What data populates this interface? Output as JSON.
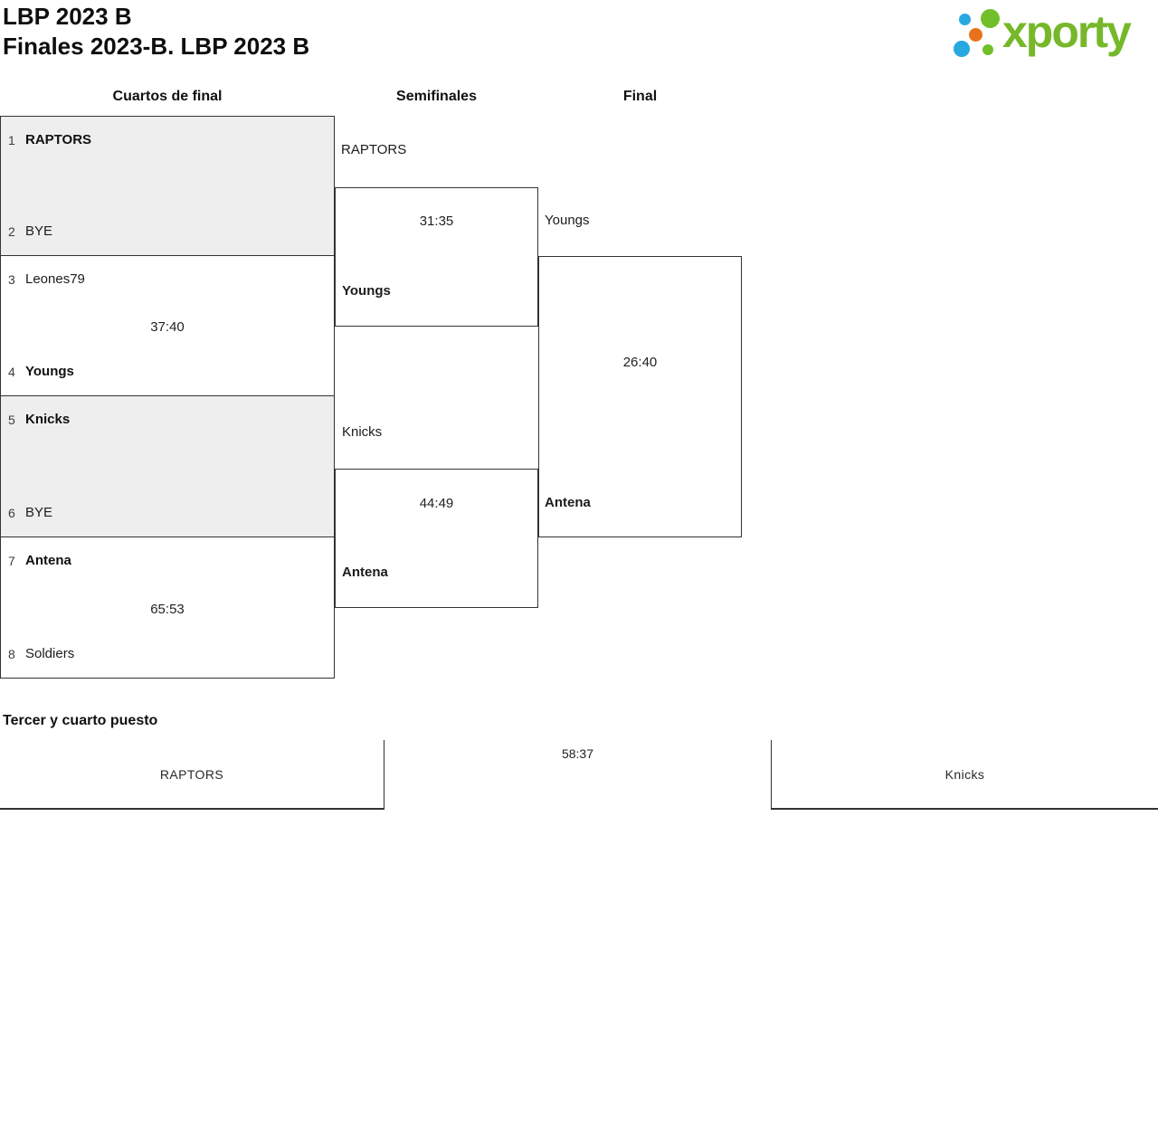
{
  "header": {
    "title": "LBP 2023 B",
    "subtitle": "Finales 2023-B. LBP 2023 B"
  },
  "logo": {
    "brand": "xporty"
  },
  "round_labels": {
    "quarterfinals": "Cuartos de final",
    "semifinals": "Semifinales",
    "final": "Final"
  },
  "bracket": {
    "quarterfinals": [
      {
        "seed_top": "1",
        "team_top": "RAPTORS",
        "seed_bottom": "2",
        "team_bottom": "BYE",
        "score": "",
        "winner": "top"
      },
      {
        "seed_top": "3",
        "team_top": "Leones79",
        "seed_bottom": "4",
        "team_bottom": "Youngs",
        "score": "37:40",
        "winner": "bottom"
      },
      {
        "seed_top": "5",
        "team_top": "Knicks",
        "seed_bottom": "6",
        "team_bottom": "BYE",
        "score": "",
        "winner": "top"
      },
      {
        "seed_top": "7",
        "team_top": "Antena",
        "seed_bottom": "8",
        "team_bottom": "Soldiers",
        "score": "65:53",
        "winner": "top"
      }
    ],
    "semifinals": [
      {
        "team_top": "RAPTORS",
        "team_bottom": "Youngs",
        "score": "31:35",
        "winner": "bottom"
      },
      {
        "team_top": "Knicks",
        "team_bottom": "Antena",
        "score": "44:49",
        "winner": "bottom"
      }
    ],
    "final": {
      "team_top": "Youngs",
      "team_bottom": "Antena",
      "score": "26:40",
      "winner": "bottom"
    }
  },
  "third_place": {
    "title": "Tercer y cuarto puesto",
    "team_left": "RAPTORS",
    "score": "58:37",
    "team_right": "Knicks"
  },
  "colors": {
    "brand_green": "#76b829",
    "brand_blue": "#29a8e0",
    "brand_orange": "#e8721c",
    "bye_fill": "#eeeeee",
    "line": "#333333"
  }
}
